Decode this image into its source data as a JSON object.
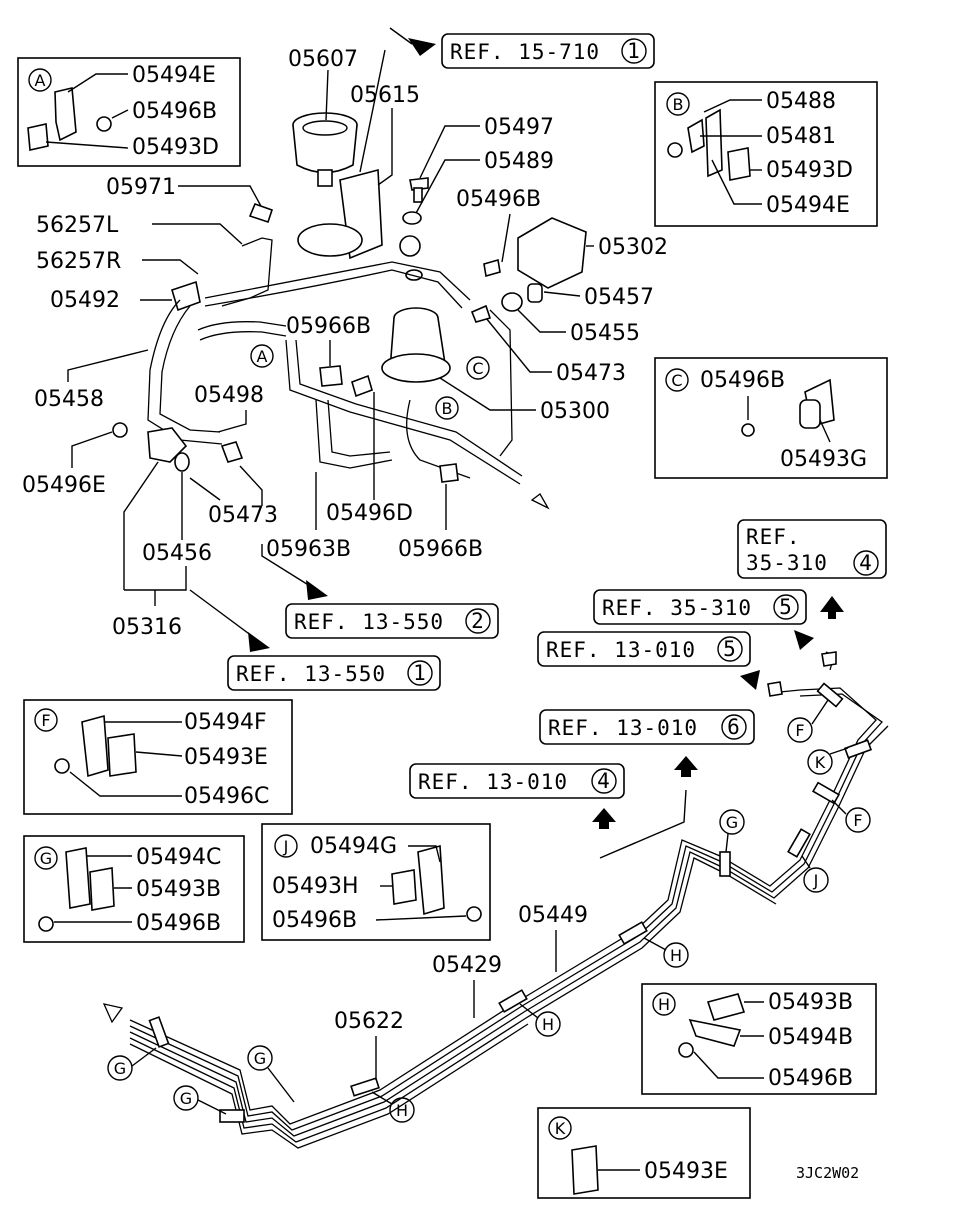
{
  "callouts": {
    "c05607": "05607",
    "c05615": "05615",
    "c05497": "05497",
    "c05489": "05489",
    "c05971": "05971",
    "c56257L": "56257L",
    "c56257R": "56257R",
    "c05496B_top": "05496B",
    "c05302": "05302",
    "c05492": "05492",
    "c05457": "05457",
    "c05966B_top": "05966B",
    "c05455": "05455",
    "c05473_mid": "05473",
    "c05458": "05458",
    "c05300": "05300",
    "c05498": "05498",
    "c05496E": "05496E",
    "c05473_low": "05473",
    "c05496D": "05496D",
    "c05456": "05456",
    "c05963B": "05963B",
    "c05966B_low": "05966B",
    "c05316": "05316",
    "c05449": "05449",
    "c05429": "05429",
    "c05622": "05622"
  },
  "refs": [
    {
      "text": "REF. 15-710",
      "num": "1"
    },
    {
      "text": "REF. 13-550",
      "num": "2"
    },
    {
      "text": "REF. 13-550",
      "num": "1"
    },
    {
      "text": "REF. 35-310",
      "num": "5"
    },
    {
      "text": "REF. 13-010",
      "num": "5"
    },
    {
      "text": "REF. 13-010",
      "num": "6"
    },
    {
      "text": "REF. 13-010",
      "num": "4"
    }
  ],
  "ref_35_310_4": {
    "line1": "REF.",
    "line2": "35-310",
    "num": "4"
  },
  "detail_boxes": {
    "A": {
      "letter": "A",
      "parts": [
        "05494E",
        "05496B",
        "05493D"
      ]
    },
    "B": {
      "letter": "B",
      "parts": [
        "05488",
        "05481",
        "05493D",
        "05494E"
      ]
    },
    "C": {
      "letter": "C",
      "parts": [
        "05496B",
        "05493G"
      ]
    },
    "F": {
      "letter": "F",
      "parts": [
        "05494F",
        "05493E",
        "05496C"
      ]
    },
    "G": {
      "letter": "G",
      "parts": [
        "05494C",
        "05493B",
        "05496B"
      ]
    },
    "J": {
      "letter": "J",
      "parts": [
        "05494G",
        "05493H",
        "05496B"
      ]
    },
    "H": {
      "letter": "H",
      "parts": [
        "05493B",
        "05494B",
        "05496B"
      ]
    },
    "K": {
      "letter": "K",
      "parts": [
        "05493E"
      ]
    }
  },
  "clip_markers": {
    "A": "A",
    "B": "B",
    "C": "C",
    "F": "F",
    "G": "G",
    "H": "H",
    "J": "J",
    "K": "K"
  },
  "diagram_code": "3JC2W02"
}
